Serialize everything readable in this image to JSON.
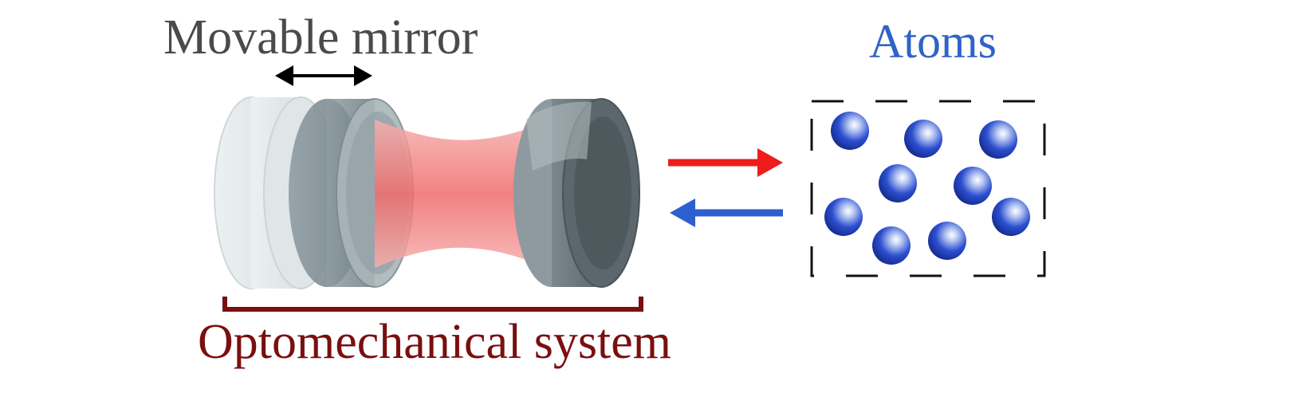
{
  "labels": {
    "movable_mirror": "Movable mirror",
    "atoms": "Atoms",
    "optomechanical_system": "Optomechanical system"
  },
  "colors": {
    "mirror_label": "#4a4a4a",
    "atoms_label": "#2f63c8",
    "system_label": "#7a0f0f",
    "forward_arrow": "#f01b1b",
    "backward_arrow": "#2d5fcf",
    "cavity_beam": "#f26a6a",
    "mirror_body": "#5f6b71",
    "atom": "#2546c4"
  },
  "atoms_count": 9
}
